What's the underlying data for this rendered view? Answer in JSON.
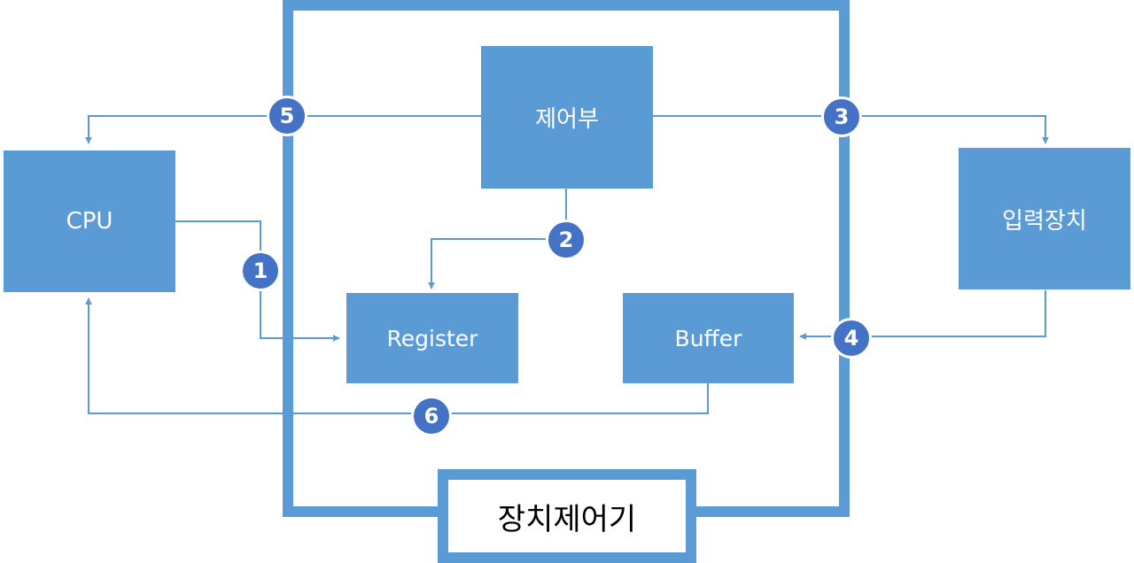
{
  "colors": {
    "box_fill": "#5b9bd5",
    "badge_fill": "#4472c4",
    "frame": "#5b9bd5",
    "box_text": "#ffffff",
    "label_text": "#000000"
  },
  "nodes": {
    "control_unit": "제어부",
    "cpu": "CPU",
    "input_device": "입력장치",
    "register": "Register",
    "buffer": "Buffer",
    "device_controller": "장치제어기"
  },
  "steps": [
    "1",
    "2",
    "3",
    "4",
    "5",
    "6"
  ]
}
